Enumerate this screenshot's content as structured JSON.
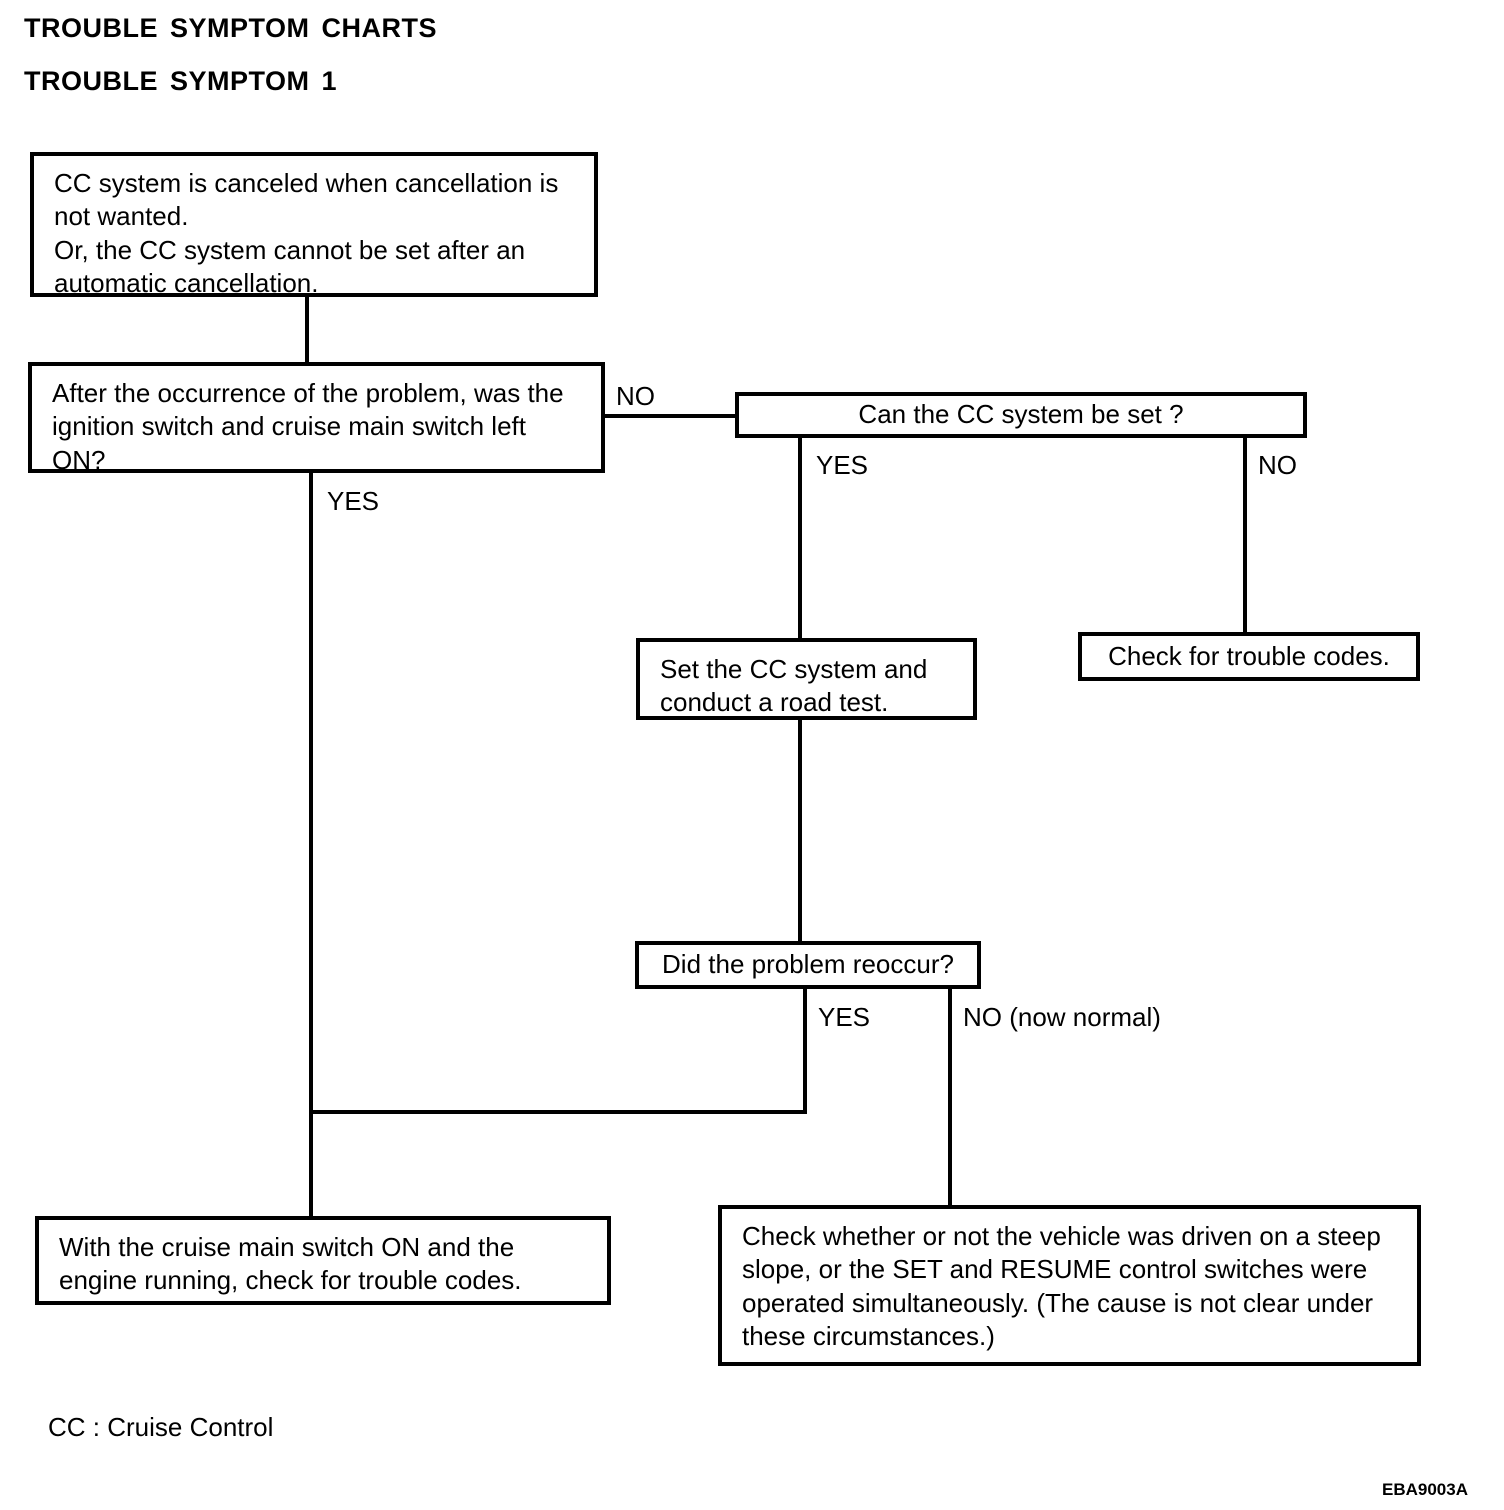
{
  "page": {
    "title_main": "TROUBLE SYMPTOM CHARTS",
    "title_sub": "TROUBLE SYMPTOM 1",
    "legend_note": "CC : Cruise Control",
    "figure_code": "EBA9003A",
    "line_color": "#000000",
    "background_color": "#ffffff"
  },
  "flowchart": {
    "nodes": [
      {
        "id": "symptom-statement",
        "text": "CC system is canceled when cancellation is\nnot wanted.\nOr, the CC system cannot be set after an\nautomatic cancellation."
      },
      {
        "id": "ignition-switch-question",
        "text": "After the occurrence of the problem, was the\nignition switch and cruise main switch left\nON?"
      },
      {
        "id": "can-cc-be-set-question",
        "text": "Can the CC system be set ?"
      },
      {
        "id": "set-cc-road-test",
        "text": "Set the CC system and\nconduct a road test."
      },
      {
        "id": "check-trouble-codes",
        "text": "Check for trouble codes."
      },
      {
        "id": "problem-reoccur-question",
        "text": "Did the problem reoccur?"
      },
      {
        "id": "cruise-main-switch-check",
        "text": "With the cruise main switch ON and the\nengine running, check for trouble codes."
      },
      {
        "id": "steep-slope-check",
        "text": "Check whether or not the vehicle was driven on a steep\nslope, or the SET and RESUME control switches were\noperated simultaneously. (The cause is not clear under\nthese circumstances.)"
      }
    ],
    "edge_labels": {
      "ignition_no": "NO",
      "ignition_yes": "YES",
      "canset_yes": "YES",
      "canset_no": "NO",
      "reoccur_yes": "YES",
      "reoccur_no": "NO (now normal)"
    }
  }
}
